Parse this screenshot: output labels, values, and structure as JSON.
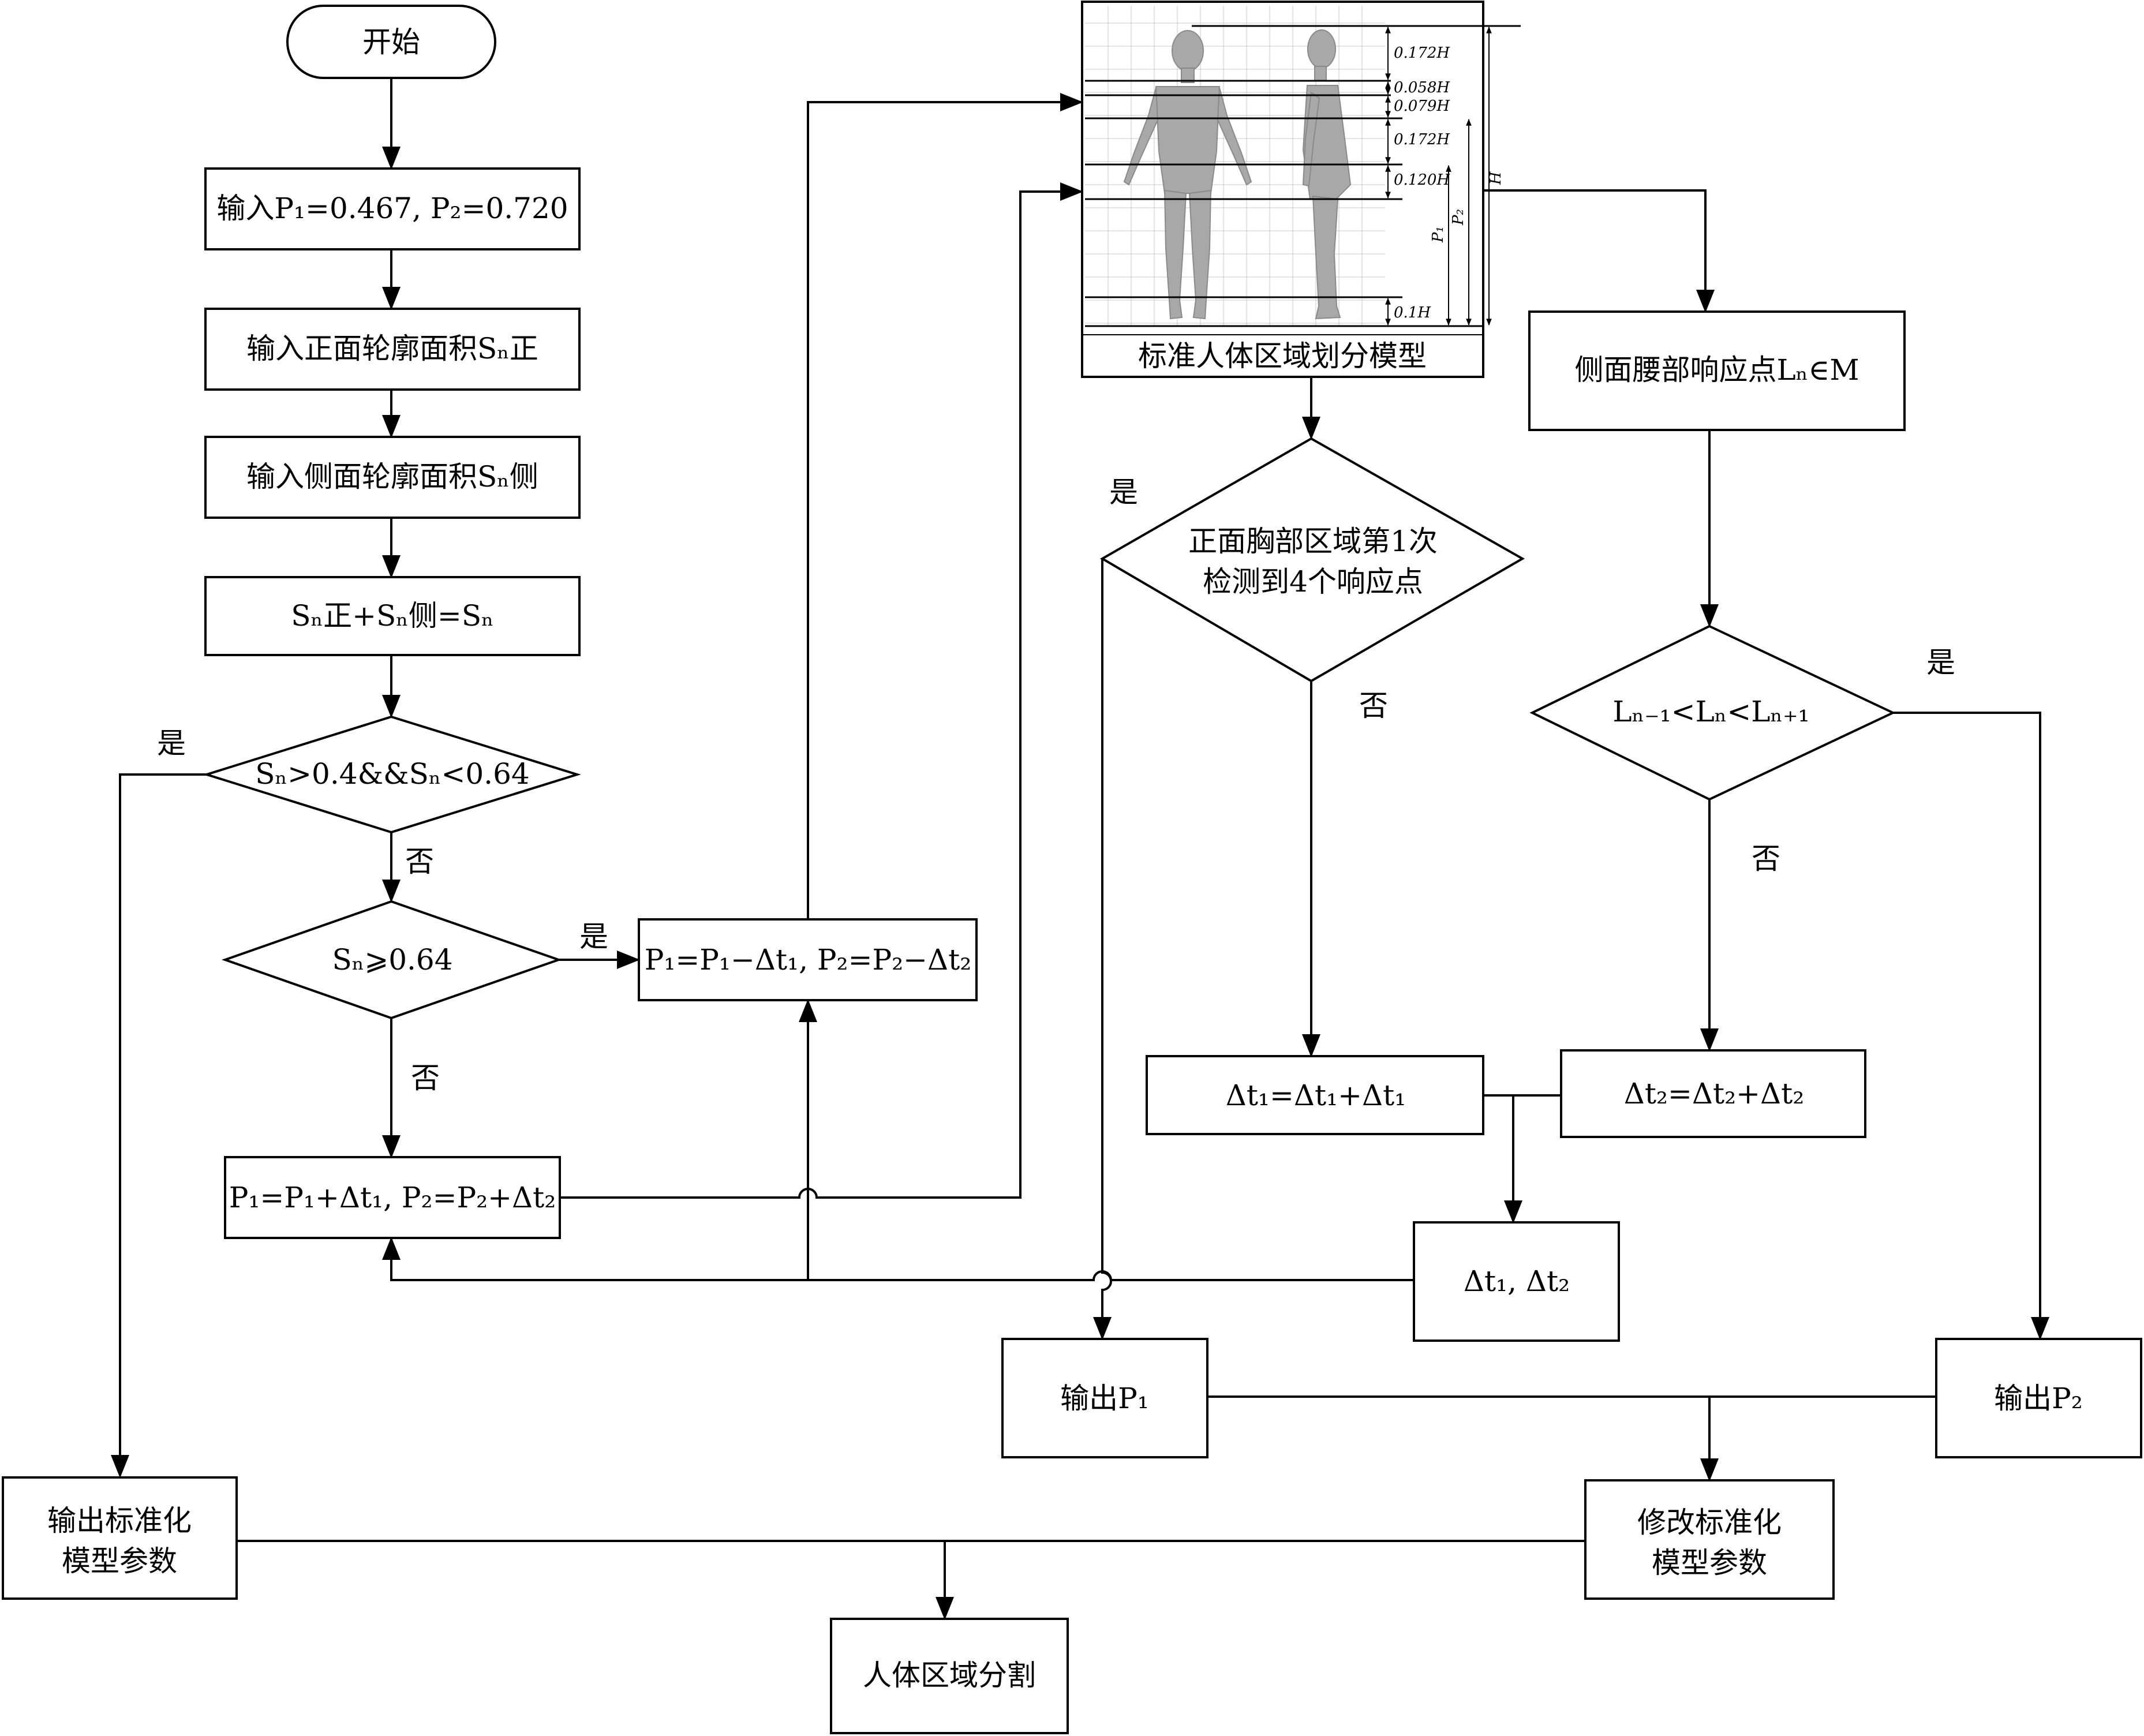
{
  "nodes": {
    "start": "开始",
    "input_p": "输入P₁=0.467, P₂=0.720",
    "input_front": "输入正面轮廓面积Sₙ正",
    "input_side": "输入侧面轮廓面积Sₙ侧",
    "sum": "Sₙ正+Sₙ侧=Sₙ",
    "decision_range": "Sₙ>0.4&&Sₙ<0.64",
    "decision_ge": "Sₙ⩾0.64",
    "dec_p": "P₁=P₁−Δt₁, P₂=P₂−Δt₂",
    "inc_p": "P₁=P₁+Δt₁, P₂=P₂+Δt₂",
    "model_caption": "标准人体区域划分模型",
    "side_waist": "侧面腰部响应点Lₙ∈M",
    "chest_decision_line1": "正面胸部区域第1次",
    "chest_decision_line2": "检测到4个响应点",
    "waist_decision": "Lₙ₋₁<Lₙ<Lₙ₊₁",
    "delta1": "Δt₁=Δt₁+Δt₁",
    "delta2": "Δt₂=Δt₂+Δt₂",
    "deltas": "Δt₁, Δt₂",
    "out_p1": "输出P₁",
    "out_p2": "输出P₂",
    "out_std_line1": "输出标准化",
    "out_std_line2": "模型参数",
    "modify_line1": "修改标准化",
    "modify_line2": "模型参数",
    "segment": "人体区域分割"
  },
  "edge_labels": {
    "yes": "是",
    "no": "否"
  },
  "model_dimensions": {
    "d1": "0.172H",
    "d2": "0.058H",
    "d3": "0.079H",
    "d4": "0.172H",
    "d5": "0.120H",
    "d6": "0.1H",
    "p1": "P₁",
    "p2": "P₂",
    "h": "H"
  }
}
